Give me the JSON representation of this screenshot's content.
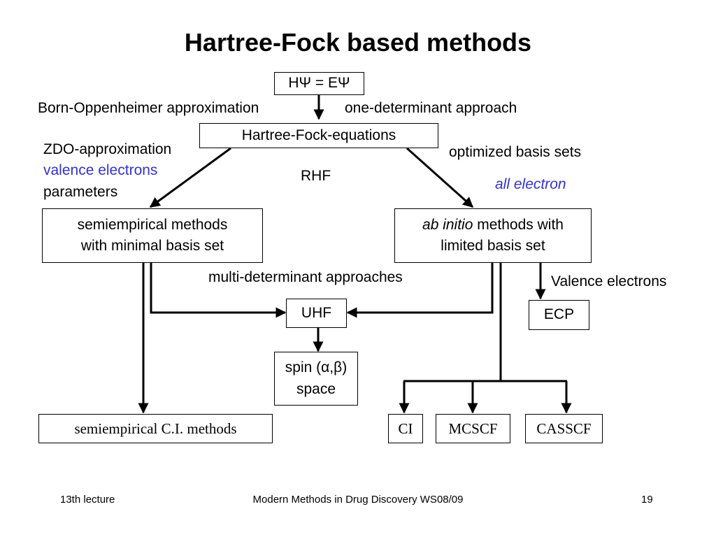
{
  "title": "Hartree-Fock based methods",
  "nodes": {
    "schrodinger": "HΨ = EΨ",
    "hf_equations": "Hartree-Fock-equations",
    "semiempirical_line1": "semiempirical methods",
    "semiempirical_line2": "with minimal basis set",
    "abinitio_italic": "ab initio",
    "abinitio_rest": " methods with",
    "abinitio_line2": "limited basis set",
    "uhf": "UHF",
    "ecp": "ECP",
    "spin_line1": "spin (α,β)",
    "spin_line2": "space",
    "semiempirical_ci": "semiempirical C.I. methods",
    "ci": "CI",
    "mcscf": "MCSCF",
    "casscf": "CASSCF"
  },
  "labels": {
    "born_oppenheimer": "Born-Oppenheimer approximation",
    "one_determinant": "one-determinant approach",
    "zdo": "ZDO-approximation",
    "valence_electrons": "valence electrons",
    "parameters": "parameters",
    "optimized_basis": "optimized basis sets",
    "all_electron": "all electron",
    "rhf": "RHF",
    "multi_determinant": "multi-determinant approaches",
    "valence_electrons_ecp": "Valence electrons"
  },
  "colors": {
    "accent": "#3333cc"
  },
  "footer": {
    "left": "13th lecture",
    "center": "Modern Methods in Drug Discovery WS08/09",
    "right": "19"
  }
}
